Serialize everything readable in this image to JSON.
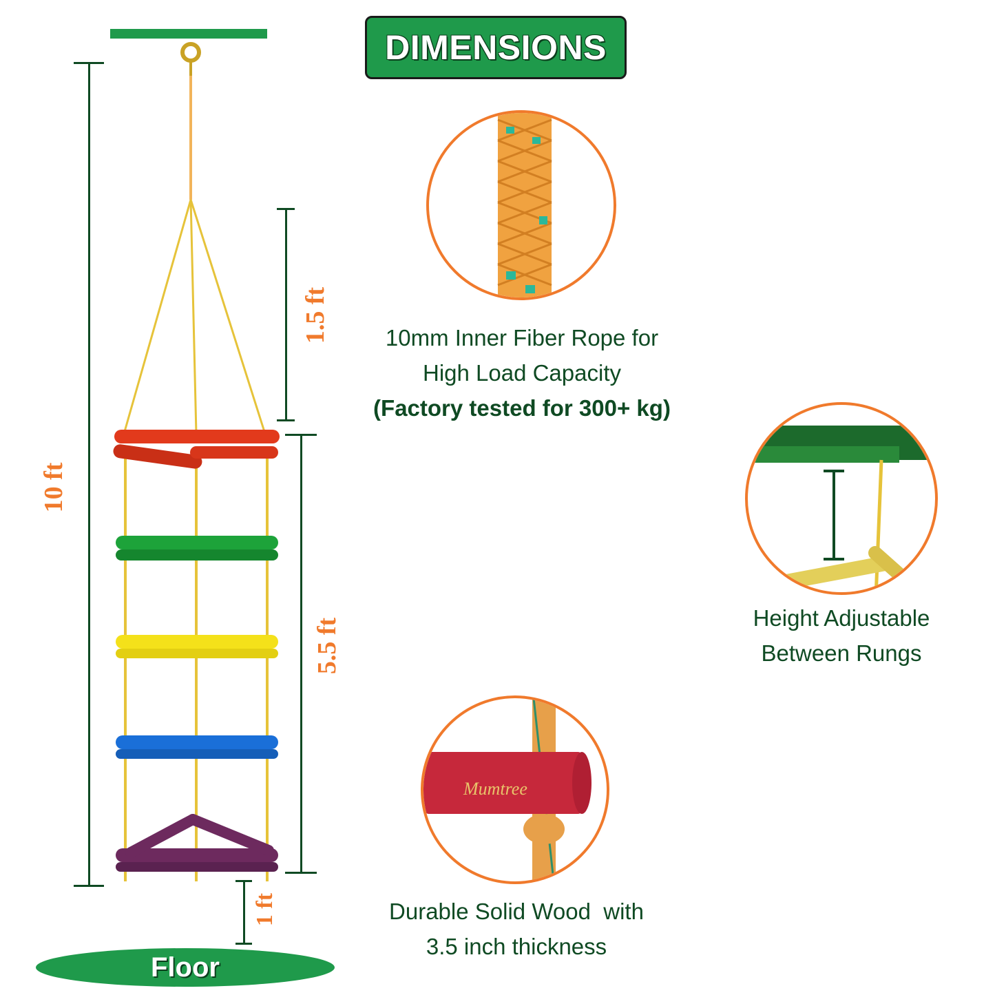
{
  "title": "DIMENSIONS",
  "dimensions": {
    "total_height": "10 ft",
    "top_rope": "1.5 ft",
    "ladder_length": "5.5 ft",
    "floor_clearance": "1 ft"
  },
  "features": [
    {
      "line1": "10mm Inner Fiber Rope for",
      "line2": "High Load Capacity",
      "line3": "(Factory tested for 300+ kg)"
    },
    {
      "line1": "Height Adjustable",
      "line2": "Between Rungs"
    },
    {
      "line1": "Durable Solid Wood  with",
      "line2": "3.5 inch thickness"
    }
  ],
  "brand_mark": "Mumtree",
  "floor_label": "Floor",
  "colors": {
    "green": "#1f9a4b",
    "dark_green": "#0f4a23",
    "orange": "#f07a2c",
    "rung_red": "#e23a1c",
    "rung_green": "#1da33a",
    "rung_yellow": "#f4e11a",
    "rung_blue": "#1a6fd8",
    "rung_purple": "#6d2a5e"
  }
}
